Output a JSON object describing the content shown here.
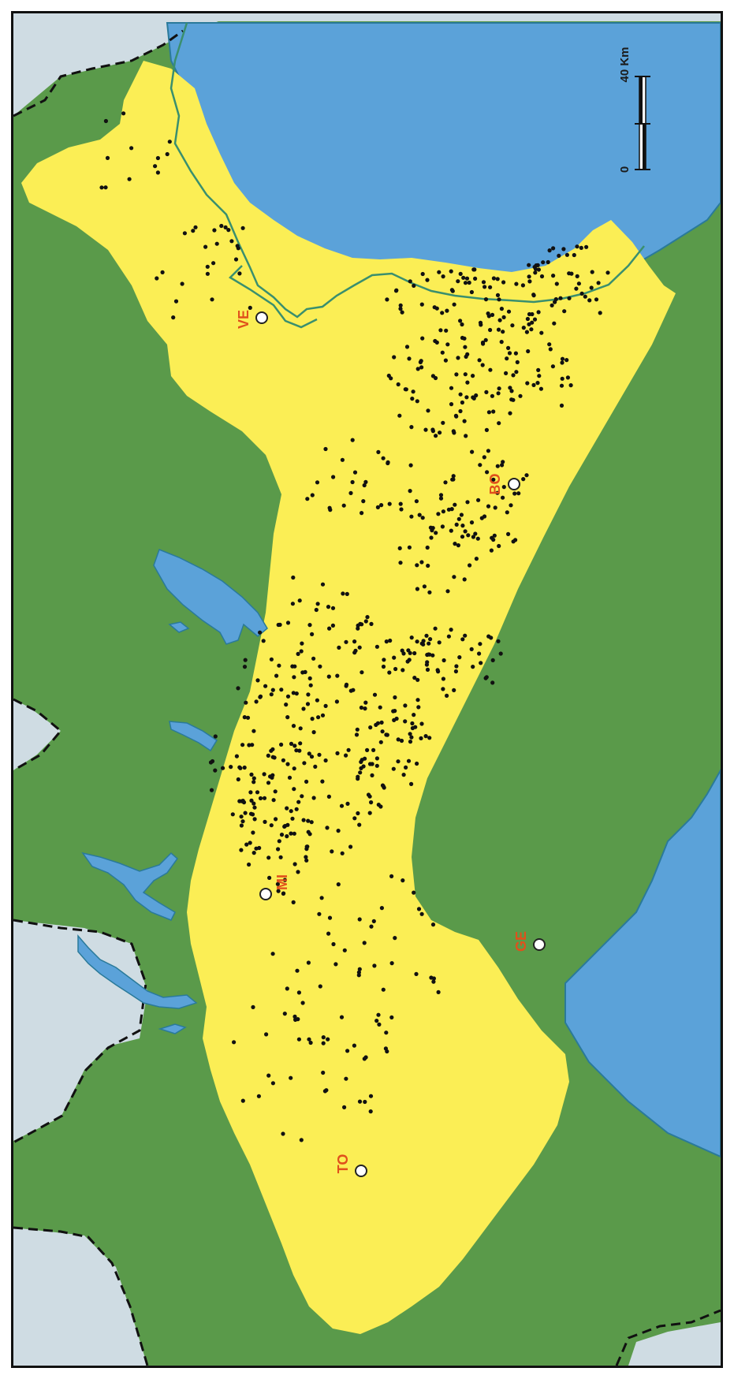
{
  "colors": {
    "sea": "#5ba2d9",
    "foreign": "#cfdce3",
    "land": "#5a9a4a",
    "plain": "#fbee55",
    "river": "#3a8f6e",
    "dots": "#111111",
    "city_label": "#e0501c"
  },
  "scale": {
    "zero": "0",
    "max": "40 Km"
  },
  "cities": [
    {
      "code": "VE"
    },
    {
      "code": "BO"
    },
    {
      "code": "MI"
    },
    {
      "code": "GE"
    },
    {
      "code": "TO"
    }
  ]
}
